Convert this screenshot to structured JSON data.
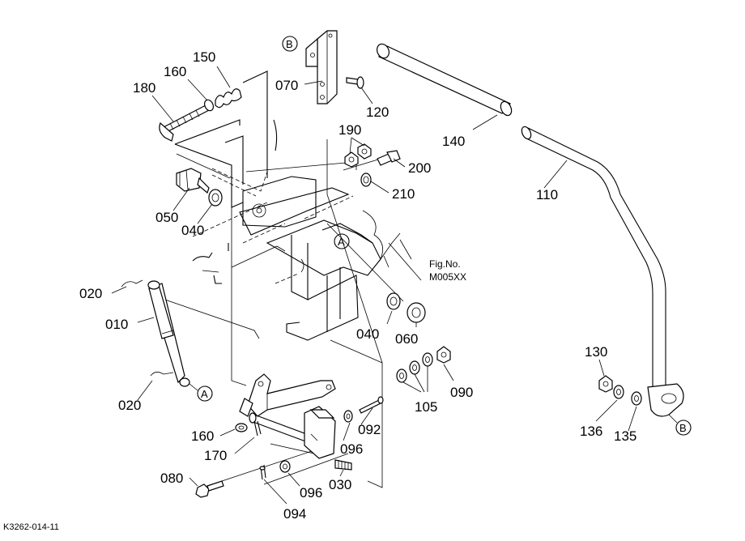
{
  "callouts": [
    {
      "id": "c150",
      "text": "150"
    },
    {
      "id": "c160a",
      "text": "160"
    },
    {
      "id": "c180",
      "text": "180"
    },
    {
      "id": "c070",
      "text": "070"
    },
    {
      "id": "c120",
      "text": "120"
    },
    {
      "id": "c190",
      "text": "190"
    },
    {
      "id": "c200",
      "text": "200"
    },
    {
      "id": "c210",
      "text": "210"
    },
    {
      "id": "c050",
      "text": "050"
    },
    {
      "id": "c040a",
      "text": "040"
    },
    {
      "id": "c140",
      "text": "140"
    },
    {
      "id": "c110",
      "text": "110"
    },
    {
      "id": "c020a",
      "text": "020"
    },
    {
      "id": "c010",
      "text": "010"
    },
    {
      "id": "c020b",
      "text": "020"
    },
    {
      "id": "c040b",
      "text": "040"
    },
    {
      "id": "c060",
      "text": "060"
    },
    {
      "id": "c090",
      "text": "090"
    },
    {
      "id": "c105",
      "text": "105"
    },
    {
      "id": "c092",
      "text": "092"
    },
    {
      "id": "c096a",
      "text": "096"
    },
    {
      "id": "c160b",
      "text": "160"
    },
    {
      "id": "c170",
      "text": "170"
    },
    {
      "id": "c080",
      "text": "080"
    },
    {
      "id": "c096b",
      "text": "096"
    },
    {
      "id": "c030",
      "text": "030"
    },
    {
      "id": "c094",
      "text": "094"
    },
    {
      "id": "c130",
      "text": "130"
    },
    {
      "id": "c136",
      "text": "136"
    },
    {
      "id": "c135",
      "text": "135"
    }
  ],
  "markers": [
    {
      "id": "mB1",
      "text": "B"
    },
    {
      "id": "mA1",
      "text": "A"
    },
    {
      "id": "mA2",
      "text": "A"
    },
    {
      "id": "mB2",
      "text": "B"
    }
  ],
  "reference": {
    "line1": "Fig.No.",
    "line2": "M005XX"
  },
  "drawing_code": "K3262-014-11"
}
